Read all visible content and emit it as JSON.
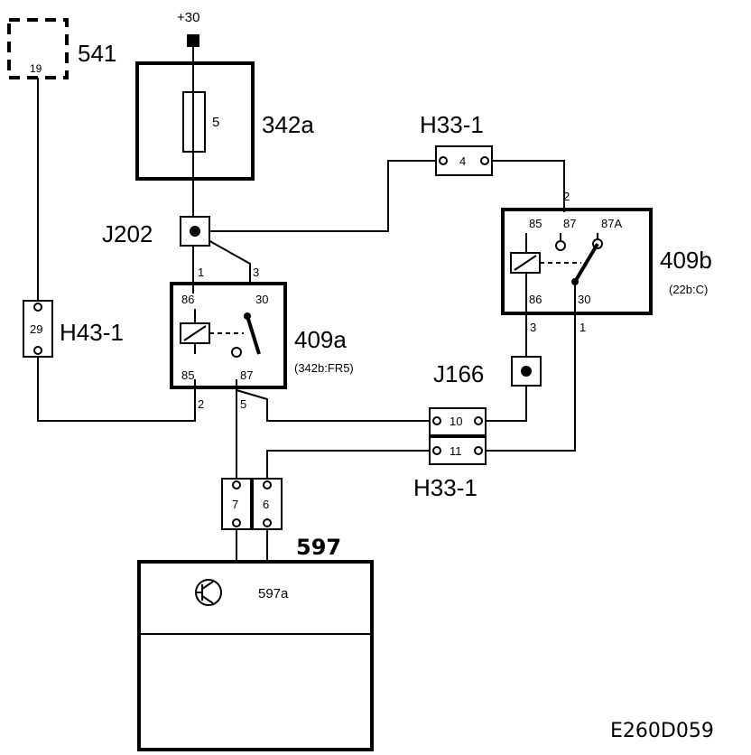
{
  "supply": "+30",
  "c541": {
    "label": "541",
    "pin": "19"
  },
  "c342a": {
    "label": "342a",
    "fuse": "5"
  },
  "h33_top": {
    "label": "H33-1",
    "pin": "4"
  },
  "h33_bottom": {
    "label": "H33-1",
    "pins": [
      "10",
      "11"
    ]
  },
  "h43": {
    "label": "H43-1",
    "pin": "29"
  },
  "j202": "J202",
  "j166": "J166",
  "relay_a": {
    "label": "409a",
    "ref": "(342b:FR5)",
    "terminals": {
      "t86": "86",
      "t30": "30",
      "t85": "85",
      "t87": "87"
    },
    "wires": {
      "w1": "1",
      "w3": "3",
      "w2": "2",
      "w5": "5"
    }
  },
  "relay_b": {
    "label": "409b",
    "ref": "(22b:C)",
    "terminals": {
      "t85": "85",
      "t87": "87",
      "t87a": "87A",
      "t86": "86",
      "t30": "30"
    },
    "wires": {
      "w2": "2",
      "w3": "3",
      "w1": "1"
    }
  },
  "c597": {
    "label": "597",
    "sub": "597a",
    "pins": [
      "7",
      "6"
    ]
  },
  "figure_code": "E260D059"
}
